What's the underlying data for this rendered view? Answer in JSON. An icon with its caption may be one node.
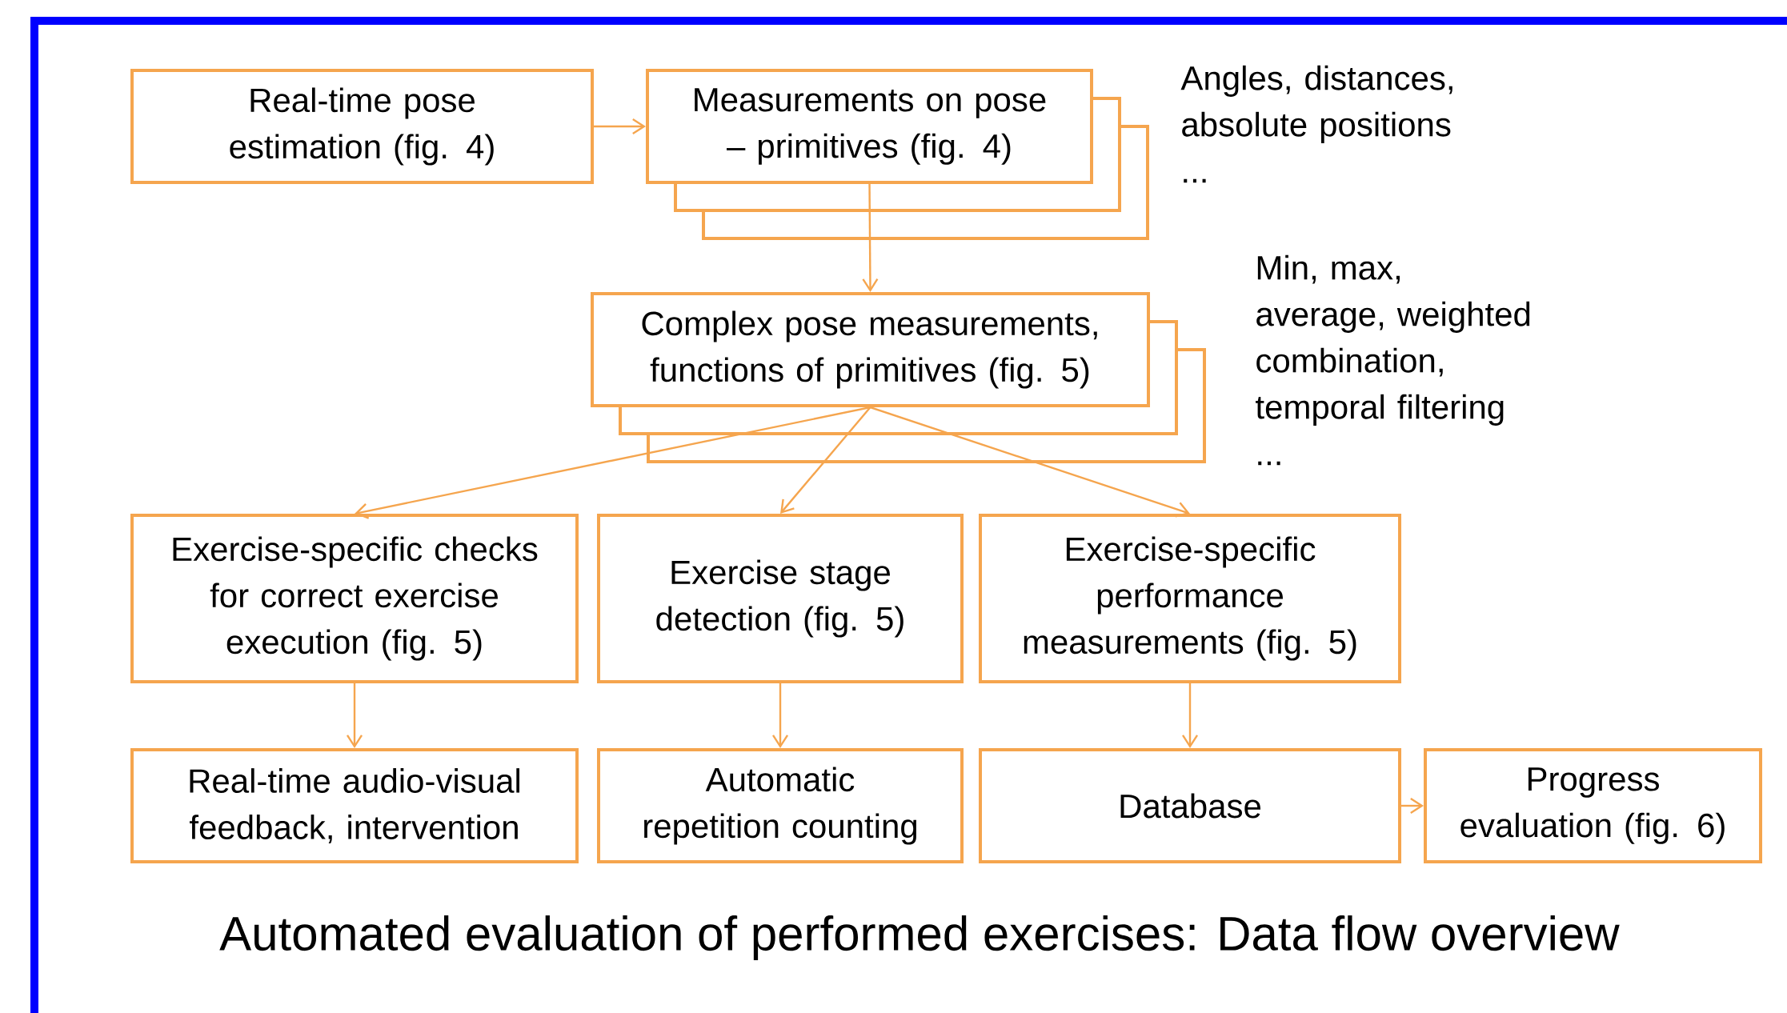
{
  "diagram": {
    "caption": "Automated evaluation of performed exercises: Data flow overview",
    "nodes": [
      {
        "text": [
          "Real-time pose estimation (fig. 4)"
        ]
      },
      {
        "text": [
          "Measurements on pose – primitives (fig. 4)"
        ],
        "beside": [
          "Angles, distances, absolute positions ..."
        ]
      },
      {
        "text": [
          "Complex pose measurements, functions of primitives (fig. 5)"
        ],
        "beside": [
          "Min, max, average, weighted combination, temporal filtering ..."
        ]
      },
      {
        "text": [
          "Exercise-specific checks for correct exercise execution (fig. 5)"
        ]
      },
      {
        "text": [
          "Exercise stage detection (fig. 5)"
        ]
      },
      {
        "text": [
          "Exercise-specific performance measurements (fig. 5)"
        ]
      },
      {
        "text": [
          "Real-time audio-visual feedback, intervention"
        ]
      },
      {
        "text": [
          "Automatic repetition counting"
        ]
      },
      {
        "text": [
          "Database"
        ]
      },
      {
        "text": [
          "Progress evaluation (fig. 6)"
        ]
      }
    ],
    "edges": [
      {
        "from": 0,
        "to": 1,
        "arrow": "to"
      },
      {
        "from": 1,
        "to": 2,
        "arrow": "to"
      },
      {
        "from": 2,
        "to": 3,
        "arrow": "to"
      },
      {
        "from": 2,
        "to": 4,
        "arrow": "to"
      },
      {
        "from": 2,
        "to": 5,
        "arrow": "to"
      },
      {
        "from": 3,
        "to": 6,
        "arrow": "to"
      },
      {
        "from": 4,
        "to": 7,
        "arrow": "to"
      },
      {
        "from": 5,
        "to": 8,
        "arrow": "to"
      },
      {
        "from": 8,
        "to": 9,
        "arrow": "to"
      }
    ]
  }
}
